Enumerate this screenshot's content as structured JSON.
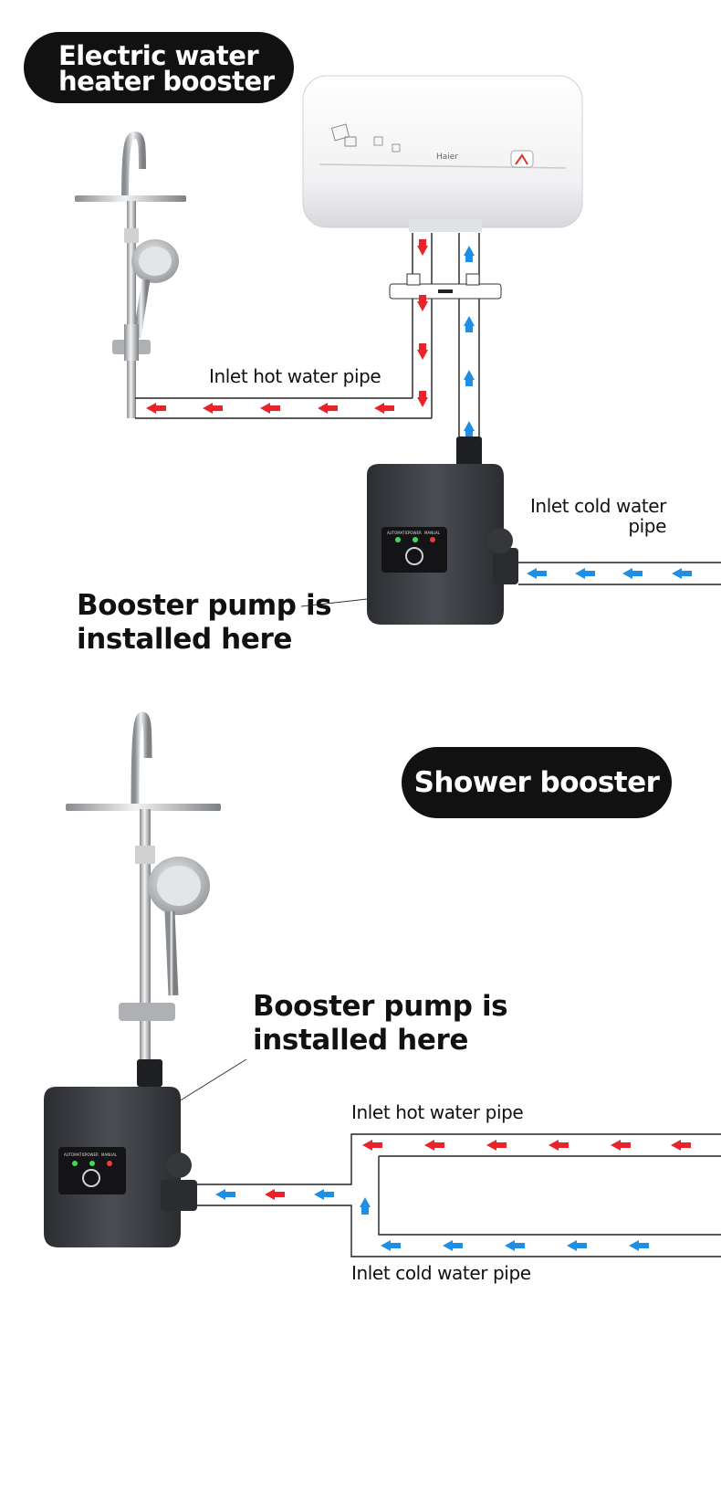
{
  "top_section": {
    "badge": {
      "line1": "Electric water",
      "line2": "heater booster"
    },
    "heater_brand": "Haier",
    "hot_pipe_label": "Inlet hot water pipe",
    "cold_pipe_label": {
      "line1": "Inlet cold water",
      "line2": "pipe"
    },
    "pump_callout": {
      "line1": "Booster pump is",
      "line2": "installed here"
    },
    "pump_panel": {
      "automatic": "AUTOMATIC",
      "power": "POWER",
      "manual": "MANUAL"
    }
  },
  "bottom_section": {
    "badge": "Shower booster",
    "pump_callout": {
      "line1": "Booster pump is",
      "line2": "installed here"
    },
    "hot_pipe_label": "Inlet hot water pipe",
    "cold_pipe_label": "Inlet cold water pipe",
    "pump_panel": {
      "automatic": "AUTOMATIC",
      "power": "POWER",
      "manual": "MANUAL"
    }
  },
  "colors": {
    "hot": "#e8232a",
    "cold": "#1e8fe6",
    "badge": "#111111",
    "pump": "#3a3d42"
  }
}
